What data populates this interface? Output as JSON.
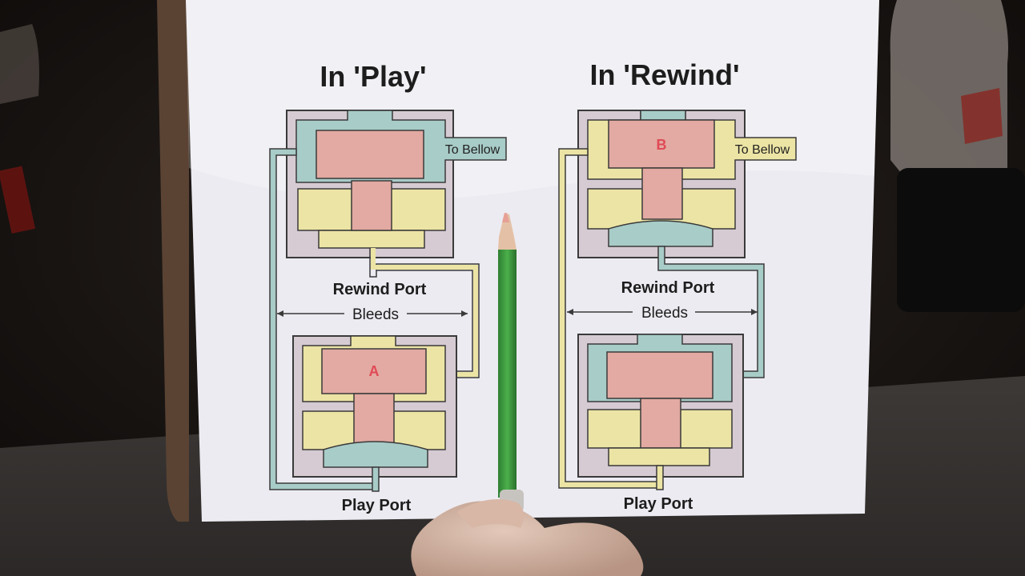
{
  "panels": {
    "left": {
      "title": "In 'Play'",
      "bellow_label": "To Bellow",
      "piston_letter": "A",
      "upper_port": "Rewind Port",
      "bleeds": "Bleeds",
      "lower_port": "Play Port"
    },
    "right": {
      "title": "In 'Rewind'",
      "bellow_label": "To Bellow",
      "piston_letter": "B",
      "upper_port": "Rewind Port",
      "bleeds": "Bleeds",
      "lower_port": "Play Port"
    }
  },
  "colors": {
    "paper": "#ecebf1",
    "blue": "#a8ccc8",
    "pink": "#e2aaa2",
    "yellow": "#ece4a4",
    "lilac": "#d6cbd2",
    "outline": "#3a3a3a",
    "letter": "#e04a56",
    "pencil": "#3f9a40",
    "table": "#3a3634"
  }
}
